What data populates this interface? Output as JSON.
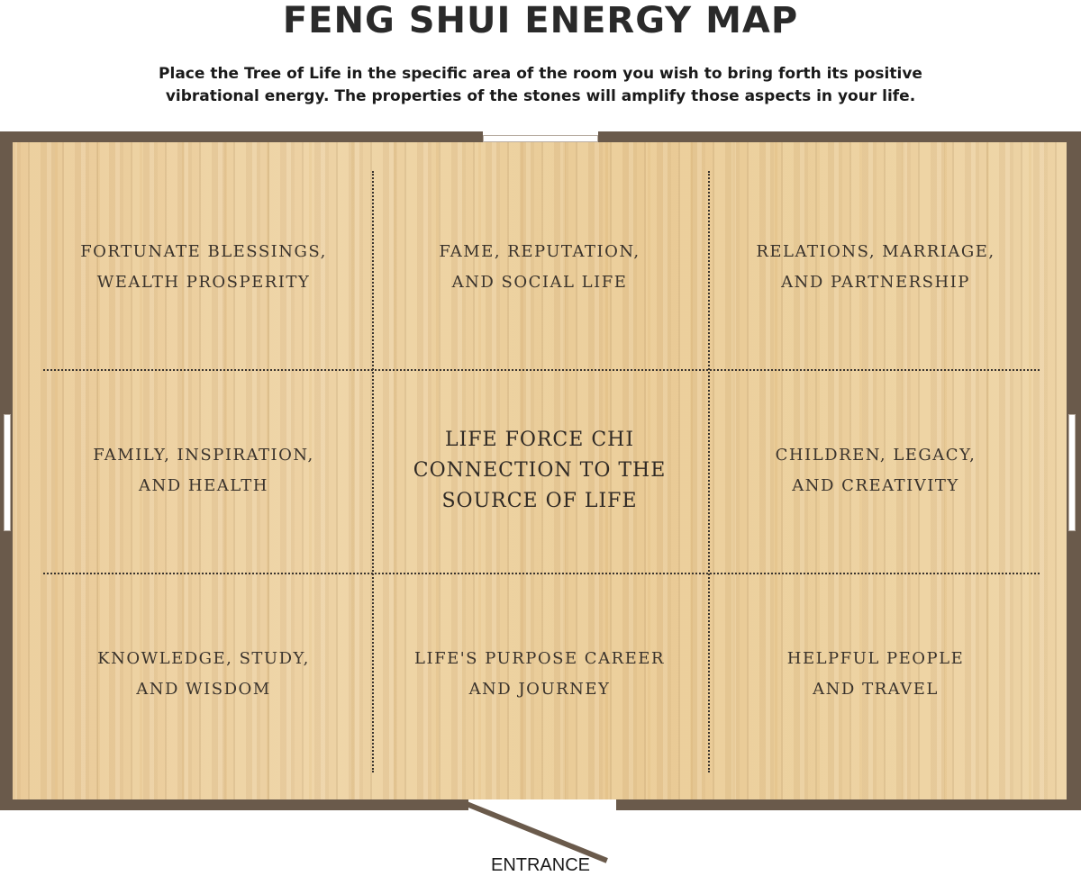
{
  "header": {
    "title": "FENG SHUI ENERGY MAP",
    "subtitle_line1": "Place the Tree of Life in the specific area of the room you wish to bring forth its positive",
    "subtitle_line2": "vibrational energy. The properties of the stones will amplify those aspects in your life."
  },
  "zones": [
    {
      "line1": "FORTUNATE BLESSINGS,",
      "line2": "WEALTH PROSPERITY"
    },
    {
      "line1": "FAME, REPUTATION,",
      "line2": "AND SOCIAL LIFE"
    },
    {
      "line1": "RELATIONS, MARRIAGE,",
      "line2": "AND PARTNERSHIP"
    },
    {
      "line1": "FAMILY, INSPIRATION,",
      "line2": "AND HEALTH"
    },
    {
      "line1": "LIFE FORCE CHI",
      "line2": "CONNECTION TO THE",
      "line3": "SOURCE OF LIFE"
    },
    {
      "line1": "CHILDREN, LEGACY,",
      "line2": "AND CREATIVITY"
    },
    {
      "line1": "KNOWLEDGE, STUDY,",
      "line2": "AND WISDOM"
    },
    {
      "line1": "LIFE'S PURPOSE CAREER",
      "line2": "AND JOURNEY"
    },
    {
      "line1": "HELPFUL PEOPLE",
      "line2": "AND TRAVEL"
    }
  ],
  "entrance_label": "ENTRANCE",
  "colors": {
    "wall": "#6a5a4b",
    "floor": "#e9c894",
    "text": "#3a332c"
  }
}
